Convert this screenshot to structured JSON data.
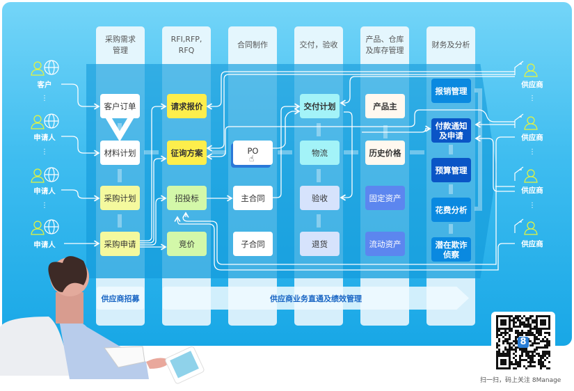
{
  "columns": [
    {
      "title": "采购需求\n管理"
    },
    {
      "title": "RFI,RFP,\nRFQ"
    },
    {
      "title": "合同制作"
    },
    {
      "title": "交付，验收"
    },
    {
      "title": "产品、仓库\n及库存管理"
    },
    {
      "title": "财务及分析"
    }
  ],
  "nodes": {
    "customer_order": "客户订单",
    "material_plan": "材料计划",
    "purchase_plan": "采购计划",
    "purchase_request": "采购申请",
    "quote_request": "请求报价",
    "inquiry_plan": "征询方案",
    "bidding": "招投标",
    "auction": "竞价",
    "po": "PO",
    "master_contract": "主合同",
    "sub_contract": "子合同",
    "delivery_plan": "交付计划",
    "logistics": "物流",
    "acceptance": "验收",
    "return": "退货",
    "product_master": "产品主",
    "price_history": "历史价格",
    "fixed_assets": "固定资产",
    "current_assets": "流动资产",
    "expense_mgmt": "报销管理",
    "payment_notice": "付款通知\n及申请",
    "budget_mgmt": "预算管理",
    "spend_analysis": "花费分析",
    "fraud_detection": "潜在欺诈\n侦察"
  },
  "actors_left": [
    "客户",
    "申请人",
    "申请人",
    "申请人"
  ],
  "actors_right": [
    "供应商",
    "供应商",
    "供应商",
    "供应商"
  ],
  "dots": "⋮",
  "banners": {
    "recruit": "供应商招募",
    "performance": "供应商业务直通及绩效管理"
  },
  "qr_caption": "扫一扫，码上关注 8Manage",
  "qr_logo": "8"
}
